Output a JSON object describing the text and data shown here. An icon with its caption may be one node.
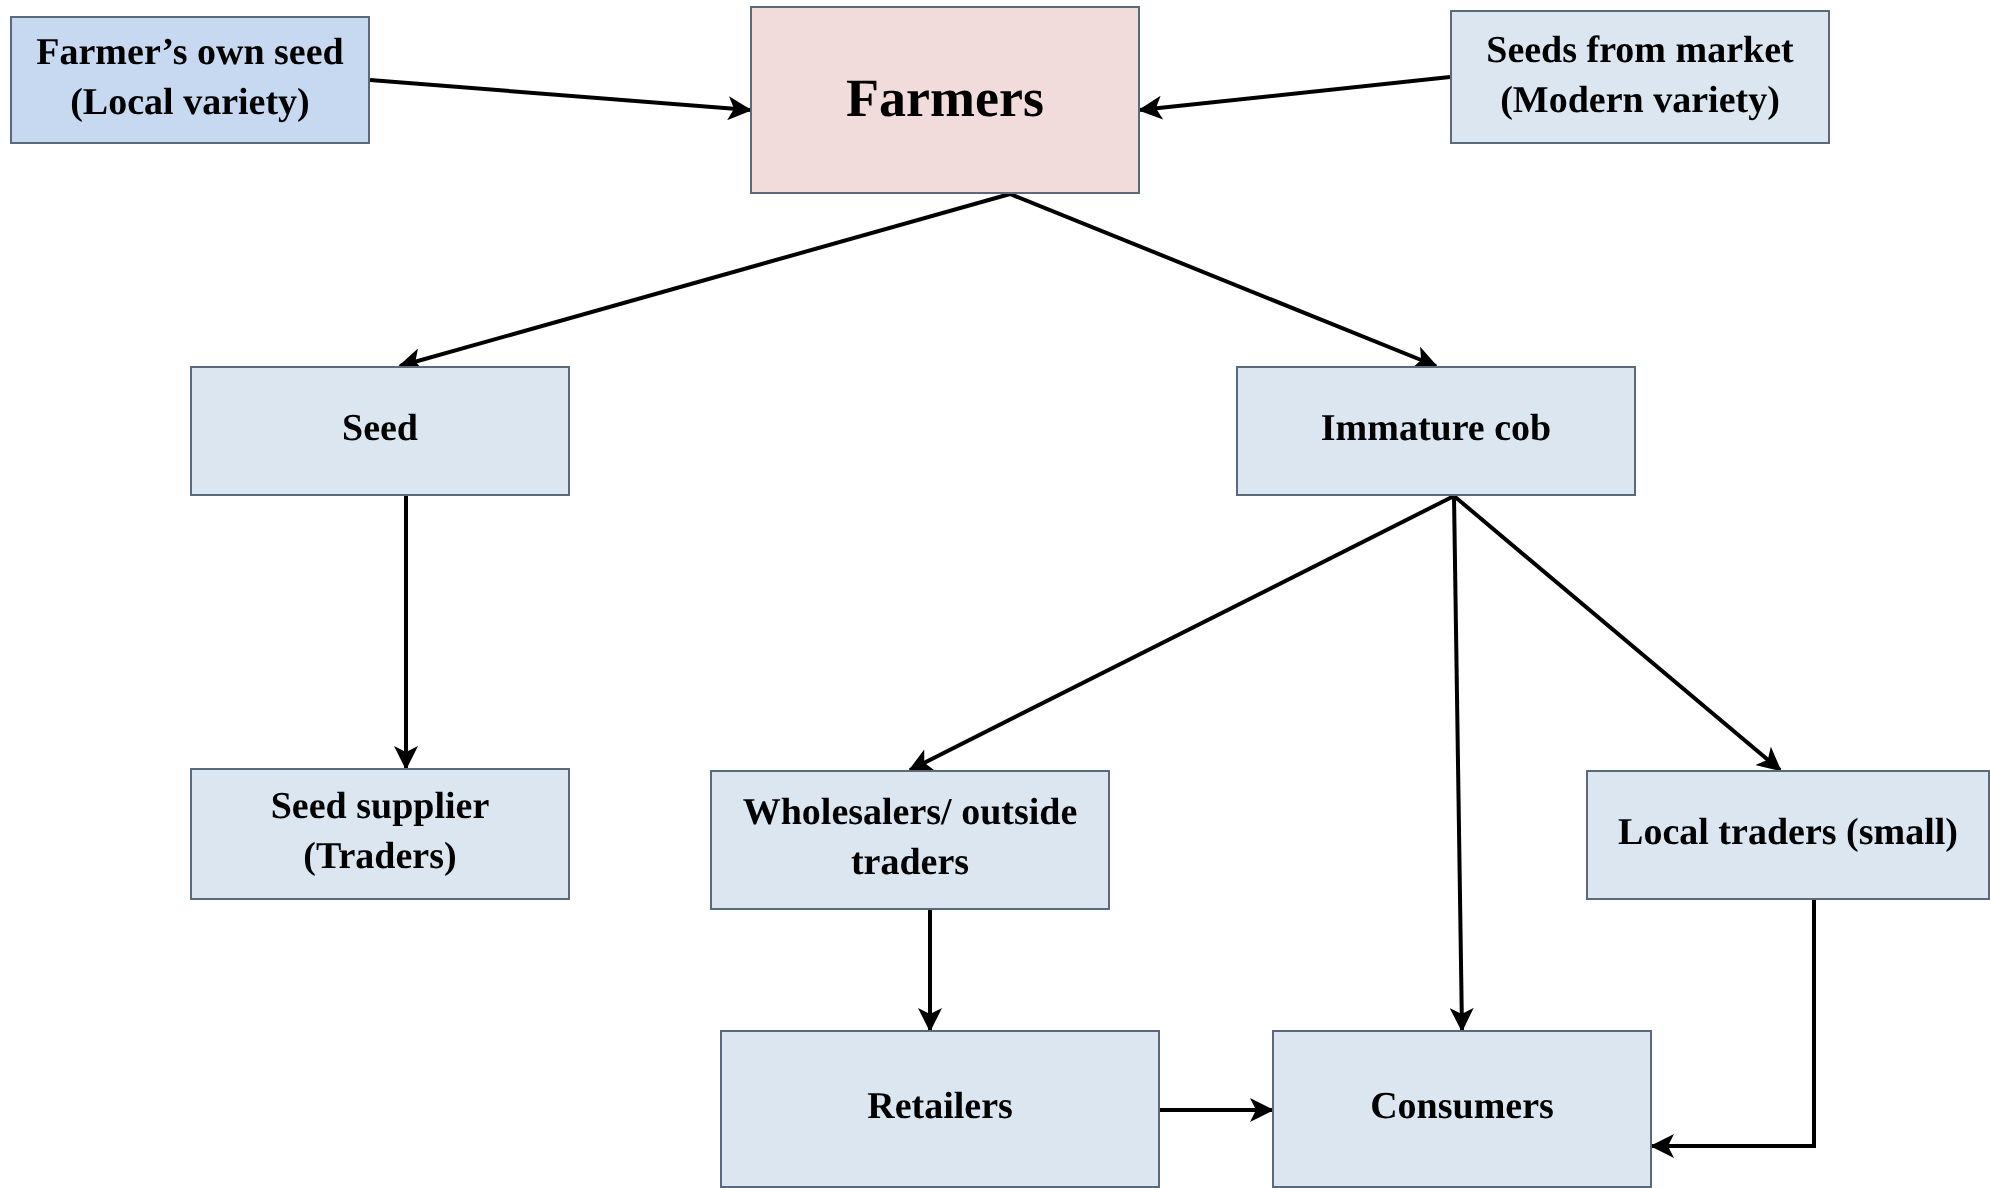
{
  "diagram": {
    "nodes": [
      {
        "text": [
          "Farmer’s own seed (Local variety)"
        ]
      },
      {
        "text": [
          "Farmers"
        ]
      },
      {
        "text": [
          "Seeds from market (Modern variety)"
        ]
      },
      {
        "text": [
          "Seed"
        ]
      },
      {
        "text": [
          "Immature cob"
        ]
      },
      {
        "text": [
          "Seed supplier (Traders)"
        ]
      },
      {
        "text": [
          "Wholesalers/ outside traders"
        ]
      },
      {
        "text": [
          "Local traders (small)"
        ]
      },
      {
        "text": [
          "Retailers"
        ]
      },
      {
        "text": [
          "Consumers"
        ]
      }
    ],
    "edges": [
      {
        "from": 0,
        "to": 1,
        "arrow": "to"
      },
      {
        "from": 2,
        "to": 1,
        "arrow": "to"
      },
      {
        "from": 1,
        "to": 3,
        "arrow": "to"
      },
      {
        "from": 1,
        "to": 4,
        "arrow": "to"
      },
      {
        "from": 3,
        "to": 5,
        "arrow": "to"
      },
      {
        "from": 4,
        "to": 6,
        "arrow": "to"
      },
      {
        "from": 4,
        "to": 9,
        "arrow": "to"
      },
      {
        "from": 4,
        "to": 7,
        "arrow": "to"
      },
      {
        "from": 6,
        "to": 8,
        "arrow": "to"
      },
      {
        "from": 8,
        "to": 9,
        "arrow": "to"
      },
      {
        "from": 7,
        "to": 9,
        "arrow": "to"
      }
    ]
  }
}
